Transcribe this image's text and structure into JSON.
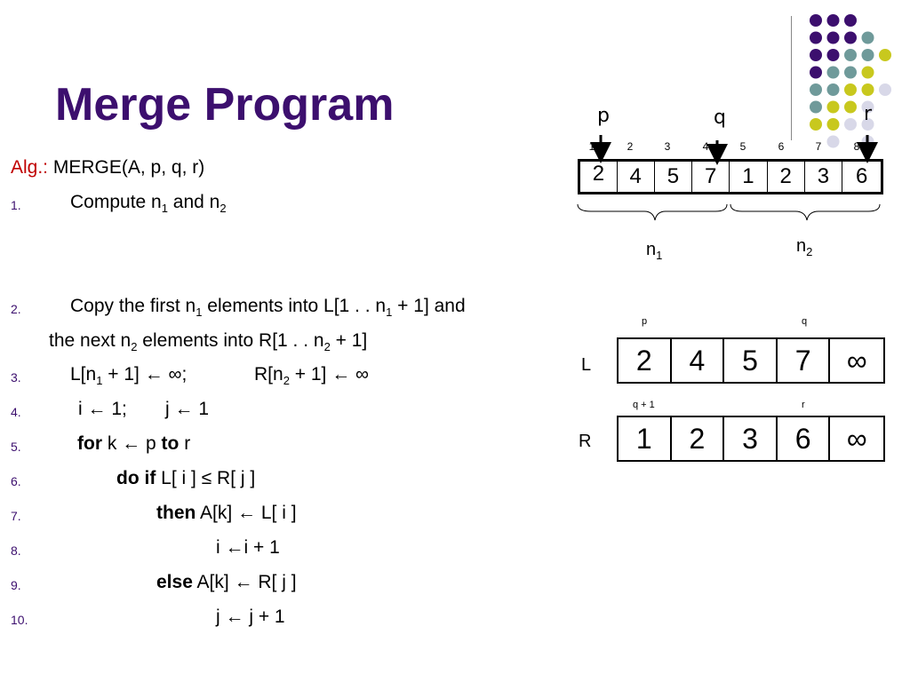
{
  "title": "Merge Program",
  "algorithm": {
    "label": "Alg.:",
    "signature": "MERGE(A, p, q, r)"
  },
  "lines": [
    {
      "num": "1.",
      "parts": [
        "Compute n",
        "1",
        " and n",
        "2"
      ]
    },
    {
      "num": "2.",
      "parts": [
        "Copy the first n",
        "1",
        " elements into L[1 . . n",
        "1",
        " + 1] and"
      ]
    },
    {
      "cont": [
        "the next n",
        "2",
        " elements into R[1 . . n",
        "2",
        " + 1]"
      ]
    },
    {
      "num": "3.",
      "parts": [
        "L[n",
        "1",
        " + 1] ← ∞;",
        "R[n",
        "2",
        " + 1] ← ∞"
      ]
    },
    {
      "num": "4.",
      "parts": [
        "i ← 1;",
        "j ← 1"
      ]
    },
    {
      "num": "5.",
      "parts": [
        "for",
        " k ← p ",
        "to",
        " r"
      ]
    },
    {
      "num": "6.",
      "parts": [
        "do if",
        " L[ i ] ≤ R[ j ]"
      ]
    },
    {
      "num": "7.",
      "parts": [
        "then",
        " A[k] ← L[ i ]"
      ]
    },
    {
      "num": "8.",
      "parts": [
        "i ←i + 1"
      ]
    },
    {
      "num": "9.",
      "parts": [
        "else",
        " A[k] ← R[ j ]"
      ]
    },
    {
      "num": "10.",
      "parts": [
        "j ← j + 1"
      ]
    }
  ],
  "array_a": {
    "indices": [
      "1",
      "2",
      "3",
      "4",
      "5",
      "6",
      "7",
      "8"
    ],
    "values": [
      "2",
      "4",
      "5",
      "7",
      "1",
      "2",
      "3",
      "6"
    ],
    "pointers": {
      "p": "p",
      "q": "q",
      "r": "r"
    },
    "brace_labels": {
      "n1": [
        "n",
        "1"
      ],
      "n2": [
        "n",
        "2"
      ]
    }
  },
  "array_l": {
    "label": "L",
    "values": [
      "2",
      "4",
      "5",
      "7",
      "∞"
    ],
    "top_labels": {
      "left": "p",
      "right": "q"
    }
  },
  "array_r": {
    "label": "R",
    "values": [
      "1",
      "2",
      "3",
      "6",
      "∞"
    ],
    "top_labels": {
      "left": "q + 1",
      "right": "r"
    }
  },
  "colors": {
    "title": "#3c0f6e",
    "alg_label": "#c00000",
    "dot_purple": "#3c0f6e",
    "dot_teal": "#6f9a9a",
    "dot_yellow": "#c8c81e",
    "dot_lavender": "#d8d8e8"
  }
}
